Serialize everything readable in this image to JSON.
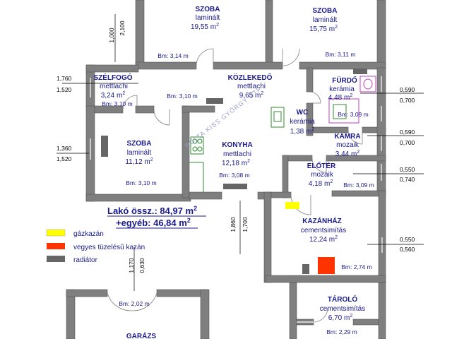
{
  "rooms": [
    {
      "id": "szoba1",
      "name": "SZOBA",
      "material": "laminált",
      "area": "19,55 m",
      "sup": "2",
      "bm": "Bm: 3,14 m"
    },
    {
      "id": "szoba2",
      "name": "SZOBA",
      "material": "laminált",
      "area": "15,75 m",
      "sup": "2",
      "bm": "Bm: 3,11 m"
    },
    {
      "id": "szelfogo",
      "name": "SZÉLFOGÓ",
      "material": "mettlachi",
      "area": "3,24 m",
      "sup": "2",
      "bm": "Bm: 3,10 m"
    },
    {
      "id": "kozlekedo",
      "name": "KÖZLEKEDŐ",
      "material": "mettlachi",
      "area": "9,65 m",
      "sup": "2",
      "bm": "Bm: 3,10 m"
    },
    {
      "id": "furdo",
      "name": "FÜRDŐ",
      "material": "kerámia",
      "area": "4,48 m",
      "sup": "2",
      "bm": "Bm: 3,09 m"
    },
    {
      "id": "wc",
      "name": "WC",
      "material": "kerámia",
      "area": "1,38 m",
      "sup": "2",
      "bm": ""
    },
    {
      "id": "kamra",
      "name": "KAMRA",
      "material": "mozaik",
      "area": "3,44 m",
      "sup": "2",
      "bm": ""
    },
    {
      "id": "szoba3",
      "name": "SZOBA",
      "material": "laminált",
      "area": "11,12 m",
      "sup": "2",
      "bm": "Bm: 3,10 m"
    },
    {
      "id": "konyha",
      "name": "KONYHA",
      "material": "mettlachi",
      "area": "12,18 m",
      "sup": "2",
      "bm": "Bm: 3,08 m"
    },
    {
      "id": "eloter",
      "name": "ELŐTÉR",
      "material": "mozaik",
      "area": "4,18 m",
      "sup": "2",
      "bm": "Bm: 3,09 m"
    },
    {
      "id": "kazanhaz",
      "name": "KAZÁNHÁZ",
      "material": "cementsimítás",
      "area": "12,24 m",
      "sup": "2",
      "bm": "Bm: 2,74 m"
    },
    {
      "id": "tarolo",
      "name": "TÁROLÓ",
      "material": "cementsimítás",
      "area": "6,70 m",
      "sup": "2",
      "bm": "Bm: 2,29 m"
    },
    {
      "id": "garazs",
      "name": "GARÁZS",
      "material": "",
      "area": "",
      "sup": "",
      "bm": "Bm: 2,02 m"
    }
  ],
  "dims": {
    "d1000": "1,000",
    "d2100": "2,100",
    "d1760": "1,760",
    "d1520a": "1,520",
    "d1360": "1,360",
    "d1520b": "1,520",
    "d0590a": "0,590",
    "d0700a": "0,700",
    "d0590b": "0,590",
    "d0700b": "0,700",
    "d0550a": "0,550",
    "d0740": "0,740",
    "d0550b": "0,550",
    "d0560": "0,560",
    "d1860": "1,860",
    "d1700": "1,700",
    "d1170": "1,170",
    "d0630": "0,630"
  },
  "summary": {
    "line1": "Lakó össz.: 84,97 m",
    "line1_sup": "2",
    "line2": "+egyéb: 46,84 m",
    "line2_sup": "2"
  },
  "legend": [
    {
      "label": "gázkazán",
      "color": "#ffff00"
    },
    {
      "label": "vegyes tüzelésű kazán",
      "color": "#ff3300"
    },
    {
      "label": "radiátor",
      "color": "#808080"
    }
  ],
  "watermark": "ROLTA KISS GYÖRGY OTP",
  "colors": {
    "wall": "#7f7f7f",
    "text": "#1a1a8c",
    "kitchen": "#2e8b2e"
  }
}
